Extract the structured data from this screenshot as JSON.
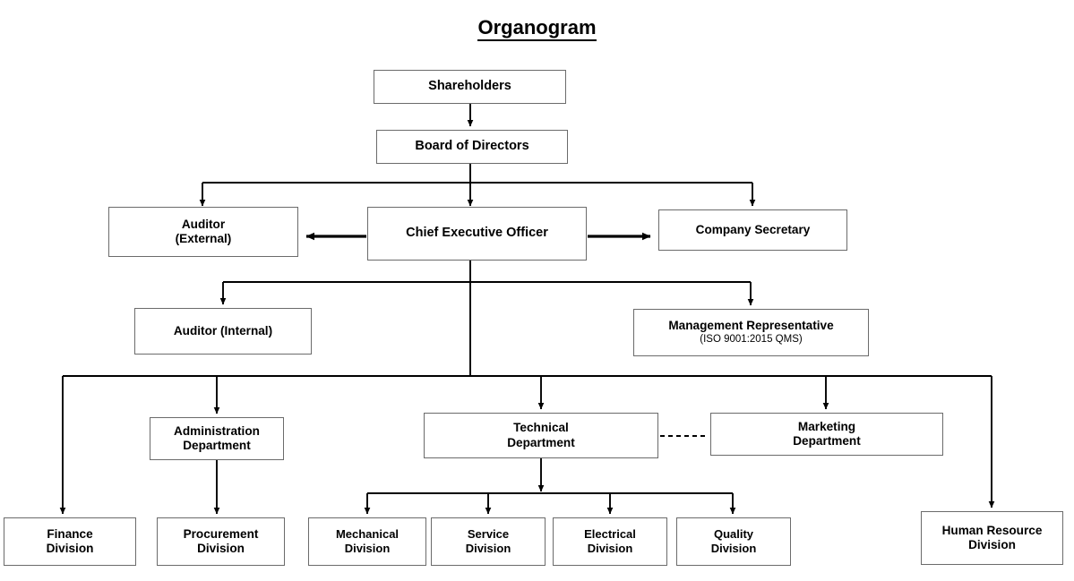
{
  "title": "Organogram",
  "nodes": {
    "shareholders": {
      "label": "Shareholders"
    },
    "board": {
      "label": "Board of Directors"
    },
    "auditor_external": {
      "line1": "Auditor",
      "line2": "(External)"
    },
    "ceo": {
      "label": "Chief Executive Officer"
    },
    "company_secretary": {
      "label": "Company Secretary"
    },
    "auditor_internal": {
      "label": "Auditor (Internal)"
    },
    "management_representative": {
      "label": "Management Representative",
      "sub": "(ISO 9001:2015 QMS)"
    },
    "administration_department": {
      "line1": "Administration",
      "line2": "Department"
    },
    "technical_department": {
      "line1": "Technical",
      "line2": "Department"
    },
    "marketing_department": {
      "line1": "Marketing",
      "line2": "Department"
    },
    "finance_division": {
      "line1": "Finance",
      "line2": "Division"
    },
    "procurement_division": {
      "line1": "Procurement",
      "line2": "Division"
    },
    "mechanical_division": {
      "line1": "Mechanical",
      "line2": "Division"
    },
    "service_division": {
      "line1": "Service",
      "line2": "Division"
    },
    "electrical_division": {
      "line1": "Electrical",
      "line2": "Division"
    },
    "quality_division": {
      "line1": "Quality",
      "line2": "Division"
    },
    "human_resource_division": {
      "line1": "Human Resource",
      "line2": "Division"
    }
  },
  "colors": {
    "box_border": "#6b6b6b",
    "connector": "#000000",
    "background": "#ffffff",
    "text": "#000000"
  },
  "chart_data": {
    "type": "diagram",
    "title": "Organogram",
    "diagram_kind": "organizational-chart",
    "nodes": [
      {
        "id": "shareholders",
        "label": "Shareholders",
        "level": 0
      },
      {
        "id": "board",
        "label": "Board of Directors",
        "level": 1
      },
      {
        "id": "auditor_external",
        "label": "Auditor (External)",
        "level": 2
      },
      {
        "id": "ceo",
        "label": "Chief Executive Officer",
        "level": 2
      },
      {
        "id": "company_secretary",
        "label": "Company Secretary",
        "level": 2
      },
      {
        "id": "auditor_internal",
        "label": "Auditor (Internal)",
        "level": 3
      },
      {
        "id": "management_representative",
        "label": "Management Representative (ISO 9001:2015 QMS)",
        "level": 3
      },
      {
        "id": "administration_department",
        "label": "Administration Department",
        "level": 4
      },
      {
        "id": "technical_department",
        "label": "Technical Department",
        "level": 4
      },
      {
        "id": "marketing_department",
        "label": "Marketing Department",
        "level": 4
      },
      {
        "id": "finance_division",
        "label": "Finance Division",
        "level": 5
      },
      {
        "id": "procurement_division",
        "label": "Procurement Division",
        "level": 5
      },
      {
        "id": "mechanical_division",
        "label": "Mechanical Division",
        "level": 5
      },
      {
        "id": "service_division",
        "label": "Service Division",
        "level": 5
      },
      {
        "id": "electrical_division",
        "label": "Electrical Division",
        "level": 5
      },
      {
        "id": "quality_division",
        "label": "Quality Division",
        "level": 5
      },
      {
        "id": "human_resource_division",
        "label": "Human Resource Division",
        "level": 5
      }
    ],
    "edges": [
      {
        "from": "shareholders",
        "to": "board",
        "style": "solid-arrow"
      },
      {
        "from": "board",
        "to": "auditor_external",
        "style": "solid-arrow"
      },
      {
        "from": "board",
        "to": "ceo",
        "style": "solid-arrow"
      },
      {
        "from": "board",
        "to": "company_secretary",
        "style": "solid-arrow"
      },
      {
        "from": "ceo",
        "to": "auditor_external",
        "style": "solid-arrow-horizontal"
      },
      {
        "from": "ceo",
        "to": "company_secretary",
        "style": "solid-arrow-horizontal"
      },
      {
        "from": "ceo",
        "to": "auditor_internal",
        "style": "solid-arrow"
      },
      {
        "from": "ceo",
        "to": "management_representative",
        "style": "solid-arrow"
      },
      {
        "from": "ceo",
        "to": "finance_division",
        "style": "solid-arrow"
      },
      {
        "from": "ceo",
        "to": "administration_department",
        "style": "solid-arrow"
      },
      {
        "from": "ceo",
        "to": "technical_department",
        "style": "solid-arrow"
      },
      {
        "from": "ceo",
        "to": "marketing_department",
        "style": "solid-arrow"
      },
      {
        "from": "ceo",
        "to": "human_resource_division",
        "style": "solid-arrow"
      },
      {
        "from": "administration_department",
        "to": "procurement_division",
        "style": "solid-arrow"
      },
      {
        "from": "technical_department",
        "to": "mechanical_division",
        "style": "solid-arrow"
      },
      {
        "from": "technical_department",
        "to": "service_division",
        "style": "solid-arrow"
      },
      {
        "from": "technical_department",
        "to": "electrical_division",
        "style": "solid-arrow"
      },
      {
        "from": "technical_department",
        "to": "quality_division",
        "style": "solid-arrow"
      },
      {
        "from": "technical_department",
        "to": "marketing_department",
        "style": "dashed"
      }
    ]
  }
}
